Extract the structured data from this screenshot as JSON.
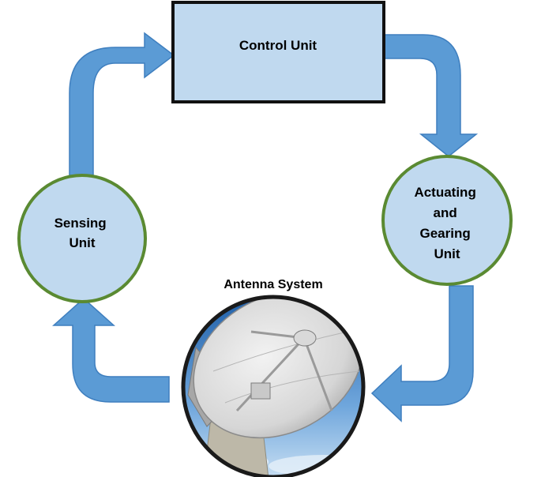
{
  "diagram": {
    "nodes": {
      "control_unit": {
        "label": "Control Unit"
      },
      "actuating_unit": {
        "label_lines": [
          "Actuating",
          "and",
          "Gearing",
          "Unit"
        ]
      },
      "sensing_unit": {
        "label_lines": [
          "Sensing",
          "Unit"
        ]
      },
      "antenna_system": {
        "label": "Antenna System"
      }
    },
    "edges": [
      {
        "from": "control_unit",
        "to": "actuating_unit"
      },
      {
        "from": "actuating_unit",
        "to": "antenna_system"
      },
      {
        "from": "antenna_system",
        "to": "sensing_unit"
      },
      {
        "from": "sensing_unit",
        "to": "control_unit"
      }
    ],
    "colors": {
      "arrow_fill": "#5b9bd5",
      "arrow_stroke": "#3f7fbf",
      "box_fill": "#c0d9ef",
      "box_stroke": "#111111",
      "circle_fill": "#c0d9ef",
      "circle_stroke": "#5a8a32",
      "antenna_ring": "#1a1a1a",
      "sky_top": "#1f5fa8",
      "sky_bottom": "#9cc4ea"
    }
  }
}
